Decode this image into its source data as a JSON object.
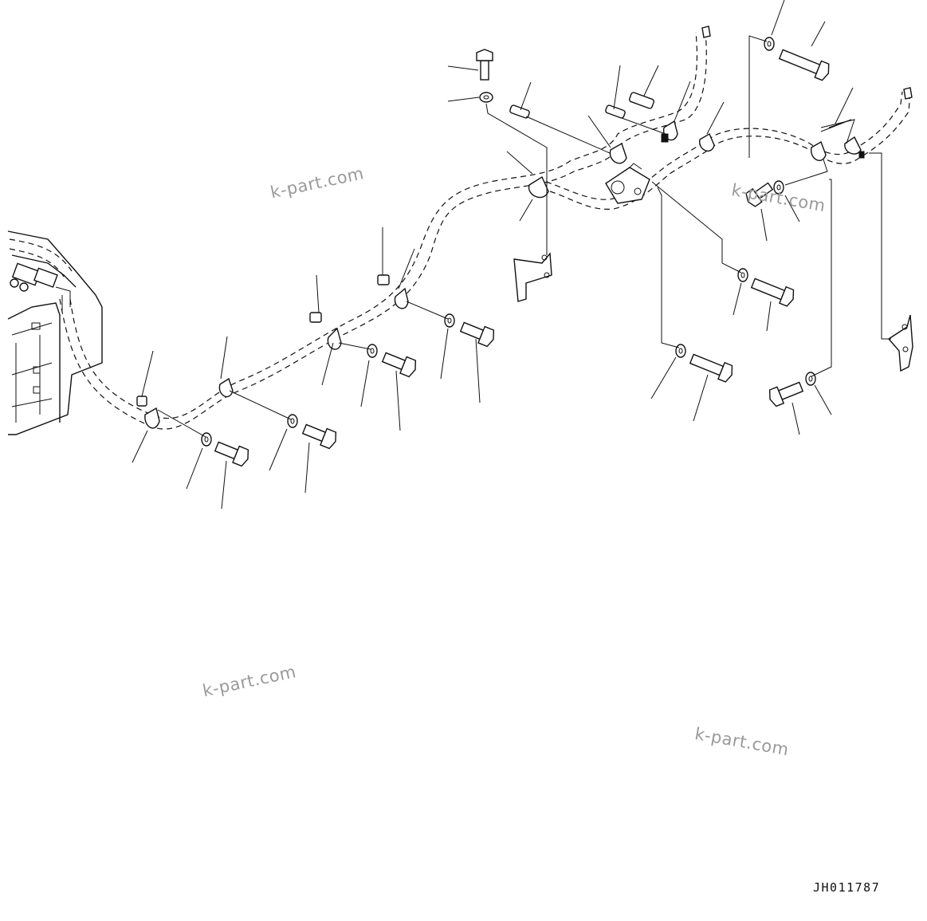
{
  "watermarks": [
    "k-part.com",
    "k-part.com",
    "k-part.com",
    "k-part.com"
  ],
  "drawing_code": "JH011787"
}
